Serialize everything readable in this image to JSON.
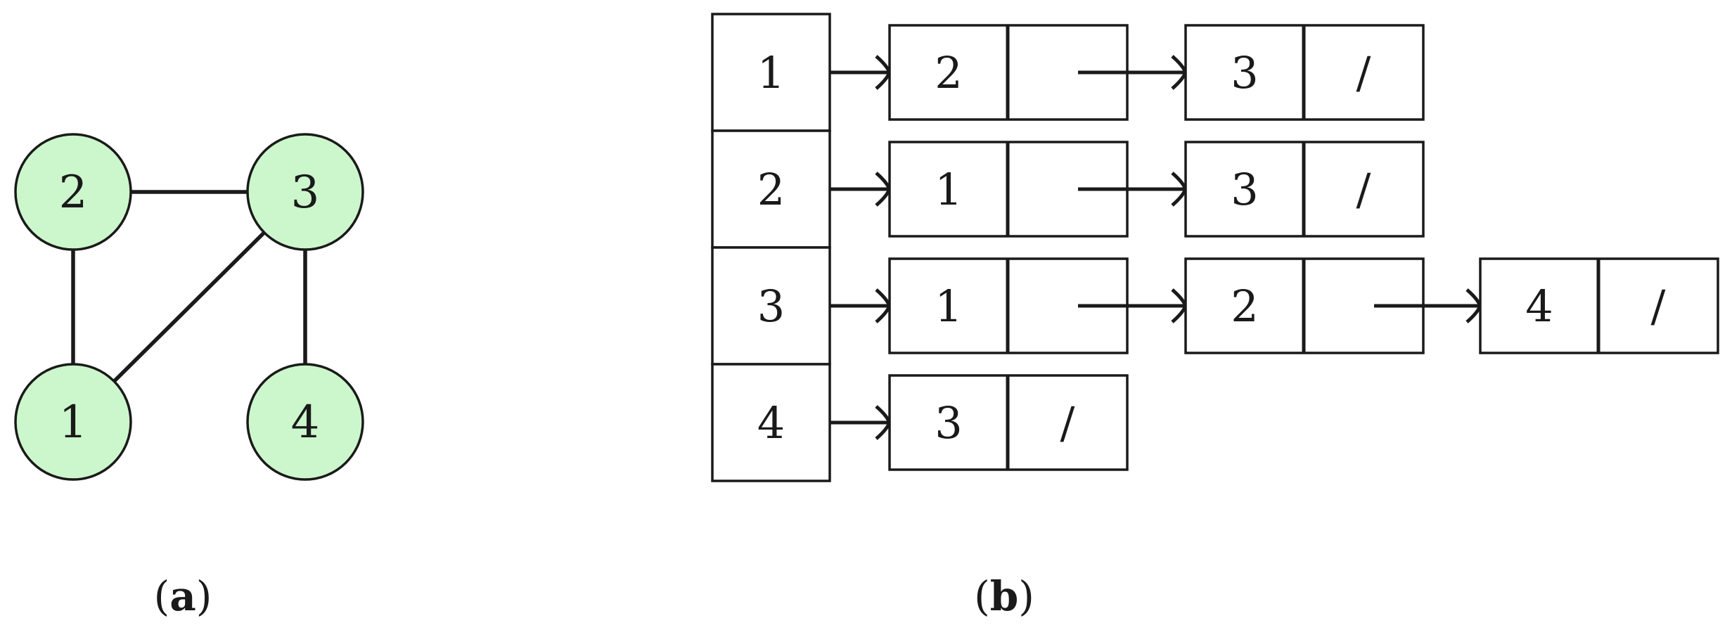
{
  "colors": {
    "node_fill": "#ccf7cc",
    "stroke": "#1a1a1a"
  },
  "graph": {
    "nodes": [
      {
        "id": "1",
        "label": "1"
      },
      {
        "id": "2",
        "label": "2"
      },
      {
        "id": "3",
        "label": "3"
      },
      {
        "id": "4",
        "label": "4"
      }
    ],
    "edges": [
      [
        "2",
        "3"
      ],
      [
        "2",
        "1"
      ],
      [
        "3",
        "1"
      ],
      [
        "3",
        "4"
      ]
    ]
  },
  "adjacency_list": {
    "rows": [
      {
        "vertex": "1",
        "neighbors": [
          "2",
          "3"
        ]
      },
      {
        "vertex": "2",
        "neighbors": [
          "1",
          "3"
        ]
      },
      {
        "vertex": "3",
        "neighbors": [
          "1",
          "2",
          "4"
        ]
      },
      {
        "vertex": "4",
        "neighbors": [
          "3"
        ]
      }
    ],
    "null_marker": "/"
  },
  "captions": {
    "a": {
      "open": "(",
      "letter": "a",
      "close": ")"
    },
    "b": {
      "open": "(",
      "letter": "b",
      "close": ")"
    }
  }
}
